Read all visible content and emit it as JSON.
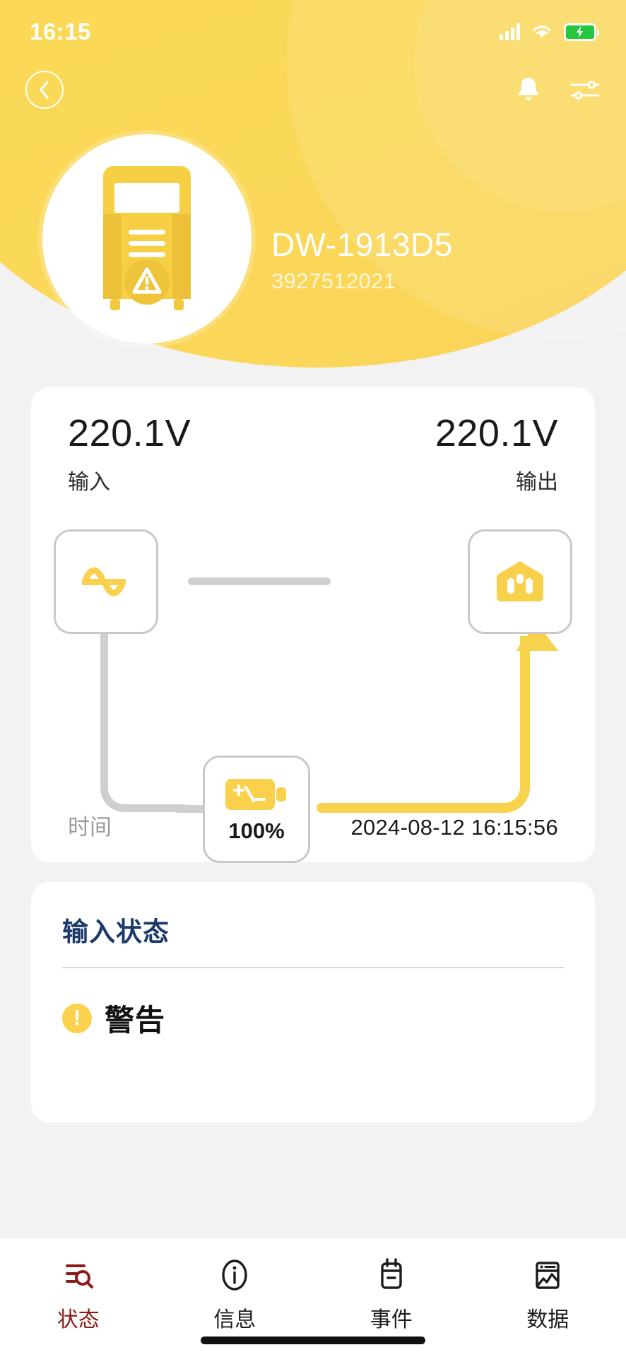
{
  "statusbar": {
    "time": "16:15",
    "signal_icon": "signal-bars-icon",
    "wifi_icon": "wifi-icon",
    "battery_icon": "battery-charging-icon",
    "battery_color": "#27c840"
  },
  "navbar": {
    "back_icon": "chevron-left-icon",
    "bell_icon": "bell-icon",
    "settings_icon": "sliders-icon"
  },
  "device": {
    "name": "DW-1913D5",
    "serial": "3927512021",
    "avatar_icon": "ups-device-icon",
    "brand_color": "#f9d45a"
  },
  "power_card": {
    "input": {
      "value": "220.1V",
      "label": "输入",
      "icon": "ac-wave-icon"
    },
    "output": {
      "value": "220.1V",
      "label": "输出",
      "icon": "power-outlet-icon"
    },
    "battery": {
      "percent": "100%",
      "icon": "battery-plus-minus-icon"
    },
    "time_label": "时间",
    "time_value": "2024-08-12 16:15:56",
    "flow_active_color": "#f7d34d",
    "flow_inactive_color": "#cfcfcf"
  },
  "status_card": {
    "title": "输入状态",
    "warning_icon": "warning-circle-icon",
    "warning_label": "警告",
    "title_color": "#1b3a6b",
    "warning_color": "#fad24e"
  },
  "tabbar": {
    "active_color": "#8c1b18",
    "items": [
      {
        "label": "状态",
        "icon": "status-search-icon",
        "active": true
      },
      {
        "label": "信息",
        "icon": "info-circle-icon",
        "active": false
      },
      {
        "label": "事件",
        "icon": "clipboard-icon",
        "active": false
      },
      {
        "label": "数据",
        "icon": "chart-document-icon",
        "active": false
      }
    ]
  }
}
